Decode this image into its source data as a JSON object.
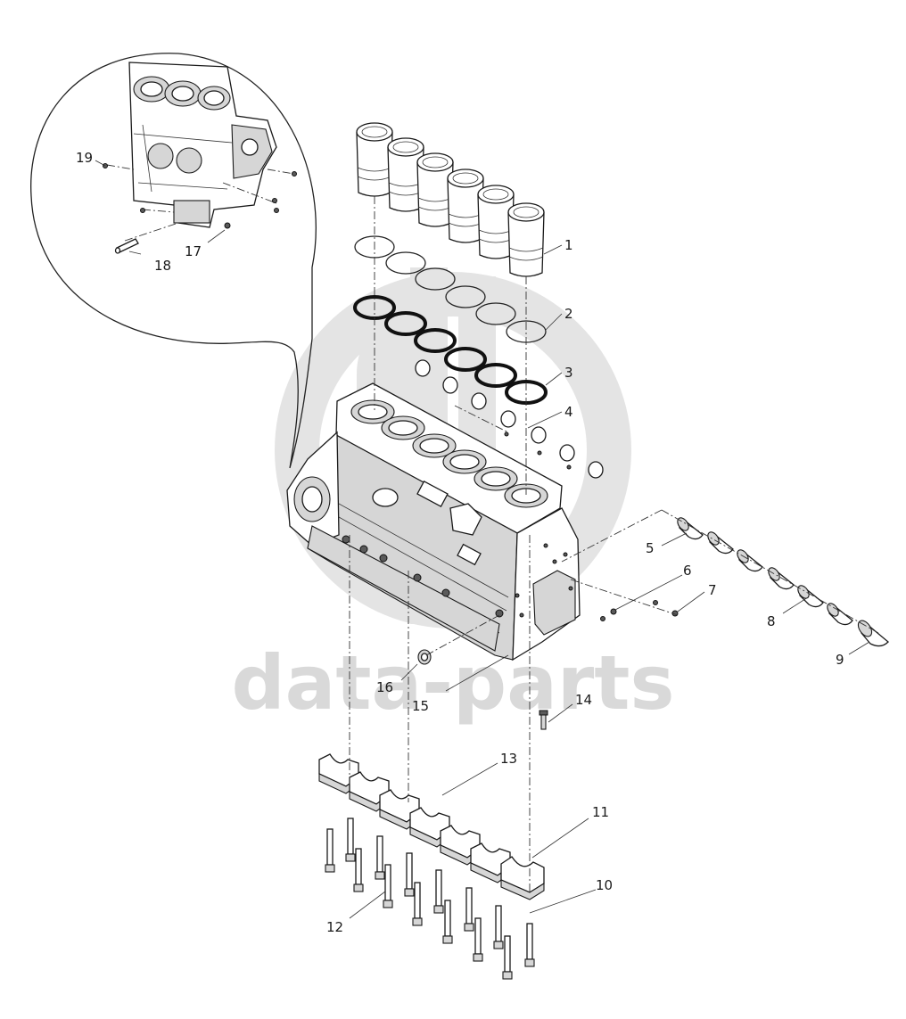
{
  "watermark": {
    "text": "data-parts",
    "logo": "dp-logo",
    "color": "#d9d9d9"
  },
  "callouts": [
    {
      "id": "1",
      "label": "1"
    },
    {
      "id": "2",
      "label": "2"
    },
    {
      "id": "3",
      "label": "3"
    },
    {
      "id": "4",
      "label": "4"
    },
    {
      "id": "5",
      "label": "5"
    },
    {
      "id": "6",
      "label": "6"
    },
    {
      "id": "7",
      "label": "7"
    },
    {
      "id": "8",
      "label": "8"
    },
    {
      "id": "9",
      "label": "9"
    },
    {
      "id": "10",
      "label": "10"
    },
    {
      "id": "11",
      "label": "11"
    },
    {
      "id": "12",
      "label": "12"
    },
    {
      "id": "13",
      "label": "13"
    },
    {
      "id": "14",
      "label": "14"
    },
    {
      "id": "15",
      "label": "15"
    },
    {
      "id": "16",
      "label": "16"
    },
    {
      "id": "17",
      "label": "17"
    },
    {
      "id": "18",
      "label": "18"
    },
    {
      "id": "19",
      "label": "19"
    }
  ],
  "parts": {
    "cylinder_liners": 6,
    "upper_o_rings": 6,
    "lower_o_rings": 6,
    "core_plugs": 12,
    "camshaft_bushings": 7,
    "main_bearing_caps": 7,
    "cap_bolts": 14
  }
}
